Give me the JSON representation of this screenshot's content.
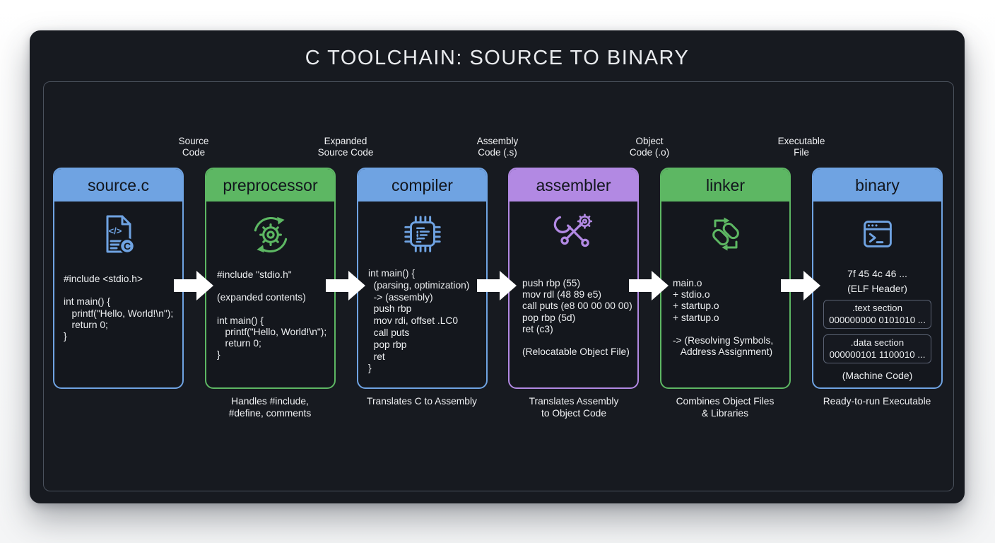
{
  "title": "C TOOLCHAIN: SOURCE TO BINARY",
  "colors": {
    "blue": "#6FA3E2",
    "green": "#5DB763",
    "purple": "#B289E3",
    "card_background": "#171A20",
    "text": "#ECEEF0"
  },
  "flow_labels": [
    {
      "line1": "Source",
      "line2": "Code"
    },
    {
      "line1": "Expanded",
      "line2": "Source Code"
    },
    {
      "line1": "Assembly",
      "line2": "Code (.s)"
    },
    {
      "line1": "Object",
      "line2": "Code (.o)"
    },
    {
      "line1": "Executable",
      "line2": "File"
    }
  ],
  "stages": [
    {
      "title": "source.c",
      "icon": "file-code-icon",
      "code_lines": [
        "#include <stdio.h>",
        "",
        "int main() {",
        "   printf(\"Hello, World!\\n\");",
        "   return 0;",
        "}"
      ],
      "caption_line1": "",
      "caption_line2": ""
    },
    {
      "title": "preprocessor",
      "icon": "cycle-gear-icon",
      "code_lines": [
        "#include \"stdio.h\"",
        "",
        "(expanded contents)",
        "",
        "int main() {",
        "   printf(\"Hello, World!\\n\");",
        "   return 0;",
        "}"
      ],
      "caption_line1": "Handles #include,",
      "caption_line2": "#define, comments"
    },
    {
      "title": "compiler",
      "icon": "chip-icon",
      "code_lines": [
        "int main() {",
        "  (parsing, optimization)",
        "  -> (assembly)",
        "  push rbp",
        "  mov rdi, offset .LC0",
        "  call puts",
        "  pop rbp",
        "  ret",
        "}"
      ],
      "caption_line1": "Translates C to Assembly",
      "caption_line2": ""
    },
    {
      "title": "assembler",
      "icon": "wrench-gear-icon",
      "code_lines": [
        "push rbp (55)",
        "mov rdl (48 89 e5)",
        "call puts (e8 00 00 00 00)",
        "pop rbp (5d)",
        "ret (c3)",
        "",
        "(Relocatable Object File)"
      ],
      "caption_line1": "Translates Assembly",
      "caption_line2": "to Object Code"
    },
    {
      "title": "linker",
      "icon": "link-cycle-icon",
      "code_lines": [
        "main.o",
        "+ stdio.o",
        "+ startup.o",
        "+ startup.o",
        "",
        "-> (Resolving Symbols,",
        "   Address Assignment)"
      ],
      "caption_line1": "Combines Object Files",
      "caption_line2": "& Libraries"
    },
    {
      "title": "binary",
      "icon": "terminal-icon",
      "elf_bytes": "7f 45 4c 46 ...",
      "elf_label": "(ELF Header)",
      "sections": [
        {
          "name": ".text section",
          "bits": "000000000 0101010 ..."
        },
        {
          "name": ".data section",
          "bits": "000000101 1100010 ..."
        }
      ],
      "machine_label": "(Machine Code)",
      "caption_line1": "Ready-to-run Executable",
      "caption_line2": ""
    }
  ],
  "icon_glyphs": {
    "code_tag": "</>",
    "c_badge": "C"
  }
}
